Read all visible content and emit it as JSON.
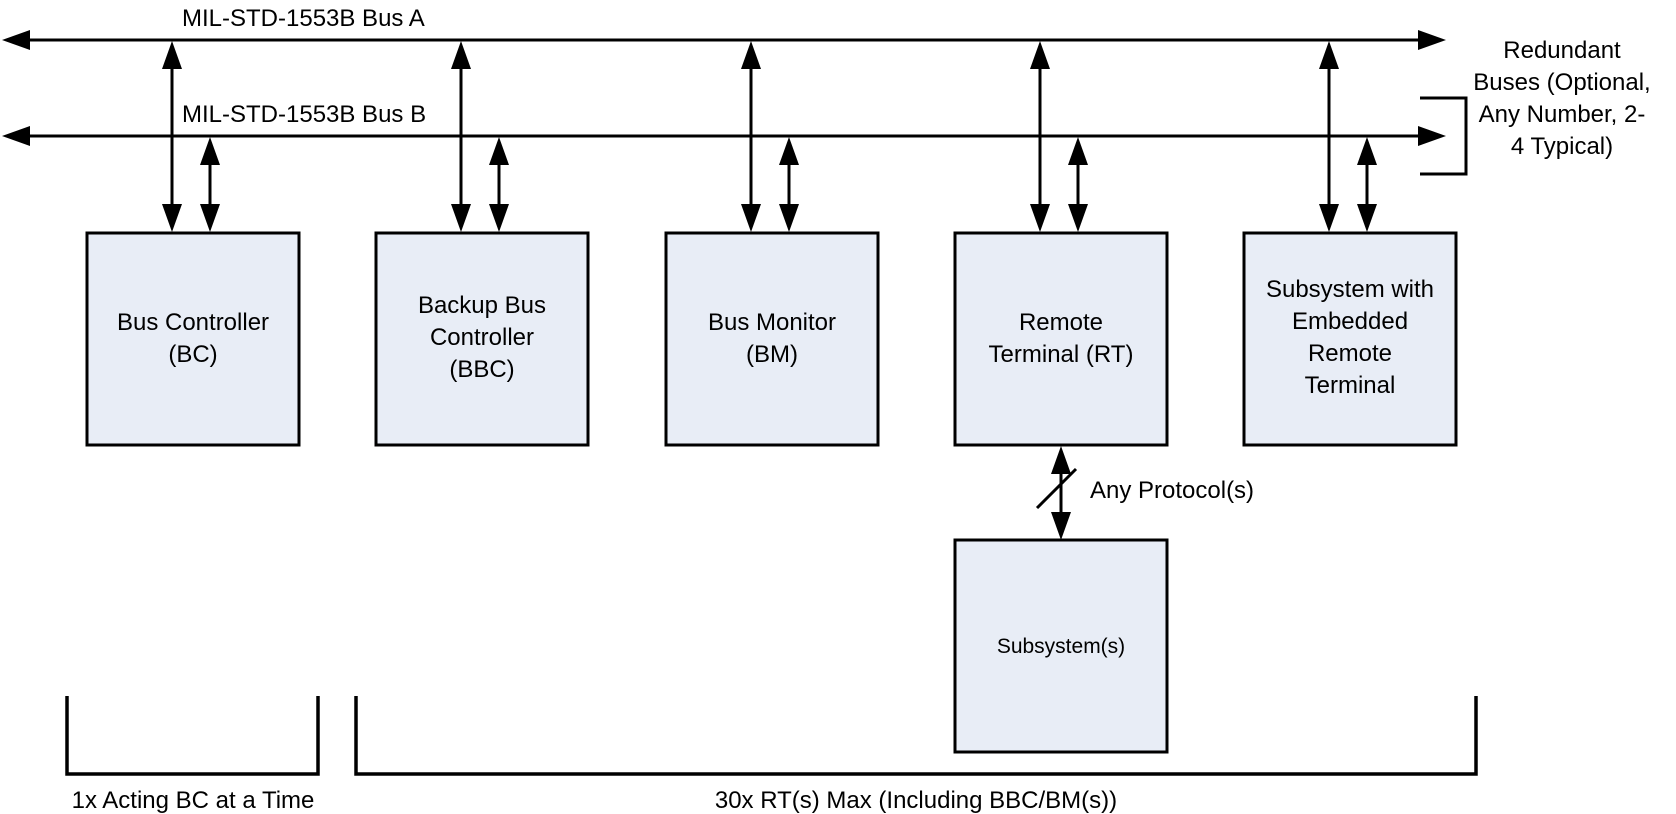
{
  "diagram": {
    "title": "MIL-STD-1553B Bus Architecture",
    "buses": [
      {
        "id": "bus-a",
        "label": "MIL-STD-1553B Bus A"
      },
      {
        "id": "bus-b",
        "label": "MIL-STD-1553B Bus B"
      }
    ],
    "redundant_note": {
      "lines": [
        "Redundant",
        "Buses (Optional,",
        "Any Number, 2-",
        "4 Typical)"
      ]
    },
    "nodes": [
      {
        "id": "bc",
        "lines": [
          "Bus Controller",
          "(BC)"
        ]
      },
      {
        "id": "bbc",
        "lines": [
          "Backup Bus",
          "Controller",
          "(BBC)"
        ]
      },
      {
        "id": "bm",
        "lines": [
          "Bus Monitor",
          "(BM)"
        ]
      },
      {
        "id": "rt",
        "lines": [
          "Remote",
          "Terminal (RT)"
        ]
      },
      {
        "id": "embedded-rt",
        "lines": [
          "Subsystem with",
          "Embedded",
          "Remote",
          "Terminal"
        ]
      }
    ],
    "subsystem": {
      "id": "subsystem",
      "label": "Subsystem(s)"
    },
    "protocol_link": {
      "label": "Any Protocol(s)"
    },
    "brackets": [
      {
        "id": "bc-group",
        "label": "1x Acting BC at a Time"
      },
      {
        "id": "rt-group",
        "label": "30x RT(s) Max (Including BBC/BM(s))"
      }
    ],
    "colors": {
      "box_fill": "#e8edf6",
      "stroke": "#000000",
      "background": "#ffffff"
    }
  }
}
